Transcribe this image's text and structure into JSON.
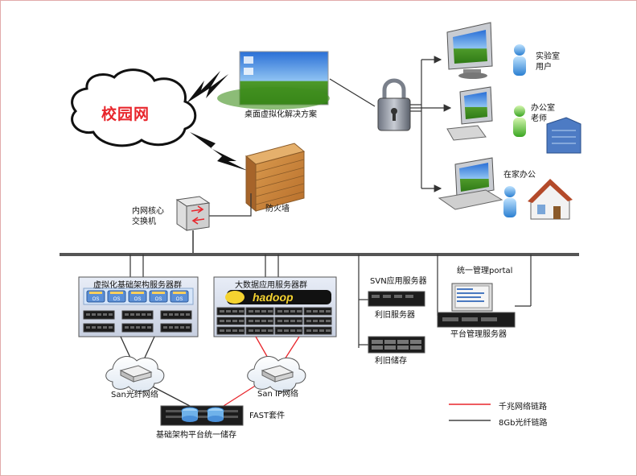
{
  "campus_cloud": {
    "label": "校园网"
  },
  "desktop_solution": {
    "label": "桌面虚拟化解决方案"
  },
  "users": [
    {
      "label": "实验室\n用户"
    },
    {
      "label": "办公室\n老师"
    },
    {
      "label": "在家办公"
    }
  ],
  "firewall": {
    "label": "防火墙"
  },
  "core_switch": {
    "label": "内网核心\n交换机"
  },
  "virt_cluster": {
    "title": "虚拟化基础架构服务器群",
    "os_tiles": [
      "OS",
      "OS",
      "OS",
      "OS",
      "OS"
    ]
  },
  "bigdata_cluster": {
    "title": "大数据应用服务器群",
    "logo": "hadoop"
  },
  "svn_server": {
    "label": "SVN应用服务器"
  },
  "reuse_server": {
    "label": "利旧服务器"
  },
  "reuse_storage": {
    "label": "利旧储存"
  },
  "portal": {
    "label": "统一管理portal"
  },
  "mgmt_server": {
    "label": "平台管理服务器"
  },
  "san_fc": {
    "label": "San光纤网络"
  },
  "san_ip": {
    "label": "San  IP网络"
  },
  "fast_suite": {
    "label": "FAST套件"
  },
  "storage": {
    "label": "基础架构平台统一储存"
  },
  "legend": [
    {
      "label": "千兆网络链路",
      "color": "#e8262c"
    },
    {
      "label": "8Gb光纤链路",
      "color": "#444444"
    }
  ]
}
